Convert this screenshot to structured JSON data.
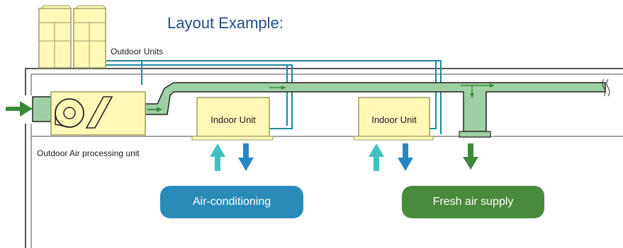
{
  "title": "Layout Example:",
  "labels": {
    "outdoor_units": "Outdoor Units",
    "outdoor_air_unit": "Outdoor Air processing unit",
    "indoor_unit_1": "Indoor Unit",
    "indoor_unit_2": "Indoor Unit"
  },
  "badges": {
    "air_conditioning": "Air-conditioning",
    "fresh_air": "Fresh air supply"
  },
  "colors": {
    "title": "#1f4e8c",
    "unit_fill": "#fff9b8",
    "unit_stroke": "#9a9a60",
    "duct_fill": "#9fd0a4",
    "duct_stroke": "#222222",
    "pipe": "#1a8a9a",
    "green_arrow": "#3a8a3a",
    "cyan_arrow": "#40c0c0",
    "blue_arrow": "#2a86c0",
    "ac_badge": "#2a8bb8",
    "fresh_badge": "#4a8a3c"
  }
}
